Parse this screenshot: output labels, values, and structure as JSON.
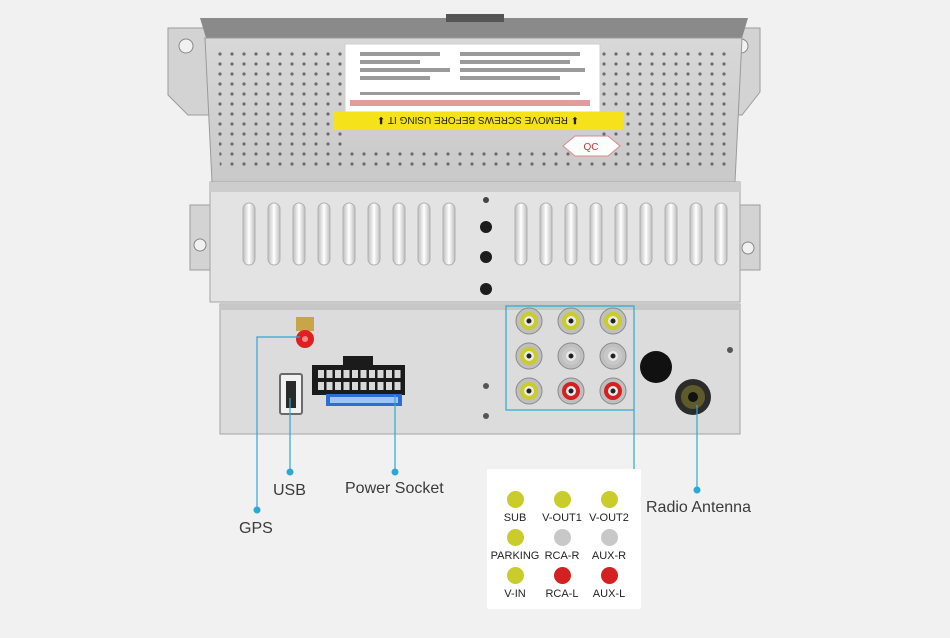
{
  "sticker": {
    "warning_text": "⬇ REMOVE SCREWS BEFORE USING IT ⬇",
    "qc_stamp": "QC"
  },
  "callouts": {
    "gps": "GPS",
    "usb": "USB",
    "power_socket": "Power Socket",
    "radio_antenna": "Radio Antenna"
  },
  "legend": {
    "items": [
      {
        "label": "SUB",
        "color": "#c9cc2a"
      },
      {
        "label": "V-OUT1",
        "color": "#c9cc2a"
      },
      {
        "label": "V-OUT2",
        "color": "#c9cc2a"
      },
      {
        "label": "PARKING",
        "color": "#c9cc2a"
      },
      {
        "label": "RCA-R",
        "color": "#c8c8c8"
      },
      {
        "label": "AUX-R",
        "color": "#c8c8c8"
      },
      {
        "label": "V-IN",
        "color": "#c9cc2a"
      },
      {
        "label": "RCA-L",
        "color": "#d42020"
      },
      {
        "label": "AUX-L",
        "color": "#d42020"
      }
    ]
  },
  "colors": {
    "accent_line": "#2aa9d4",
    "yellow_jack": "#c9cc2a",
    "white_jack": "#c8c8c8",
    "red_jack": "#d42020",
    "sticker_yellow": "#f5e21a",
    "gps_connector": "#e02020"
  }
}
